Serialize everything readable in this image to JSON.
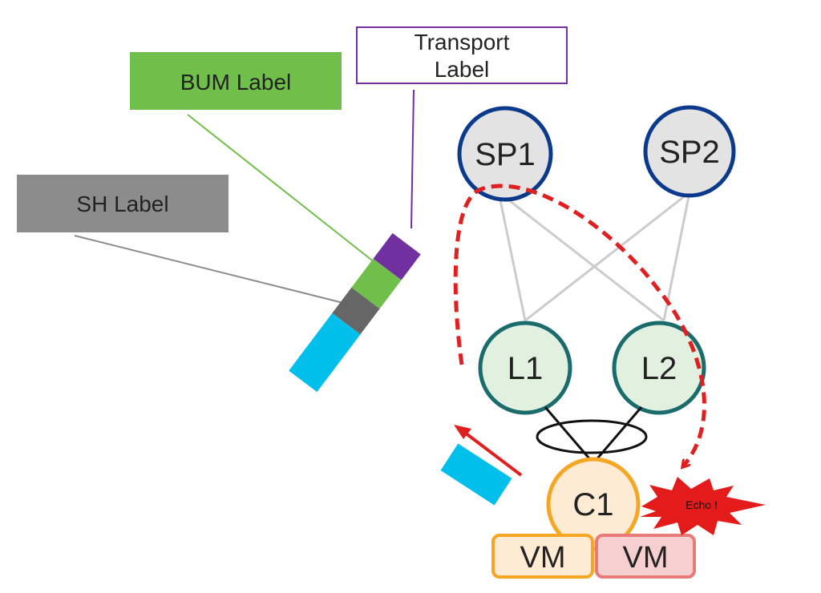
{
  "labels": {
    "transport_line1": "Transport",
    "transport_line2": "Label",
    "bum": "BUM Label",
    "sh": "SH Label"
  },
  "nodes": {
    "sp1": "SP1",
    "sp2": "SP2",
    "l1": "L1",
    "l2": "L2",
    "c1": "C1",
    "vm_left": "VM",
    "vm_right": "VM"
  },
  "echo": "Echo !",
  "colors": {
    "transport": "#7030a0",
    "bum": "#6fbf4a",
    "sh": "#8c8c8c",
    "sh_segment": "#666666",
    "payload": "#00bfea",
    "spine_border": "#0b3a8c",
    "spine_fill": "#e3e3e3",
    "leaf_border": "#1a6b6b",
    "leaf_fill": "#e2f0df",
    "ce_border": "#f5a623",
    "ce_fill": "#fdebd3",
    "vm_left_border": "#f5a623",
    "vm_left_fill": "#fdebd3",
    "vm_right_border": "#e97a7a",
    "vm_right_fill": "#f6d0d0",
    "path": "#e02020",
    "link": "#cccccc"
  }
}
